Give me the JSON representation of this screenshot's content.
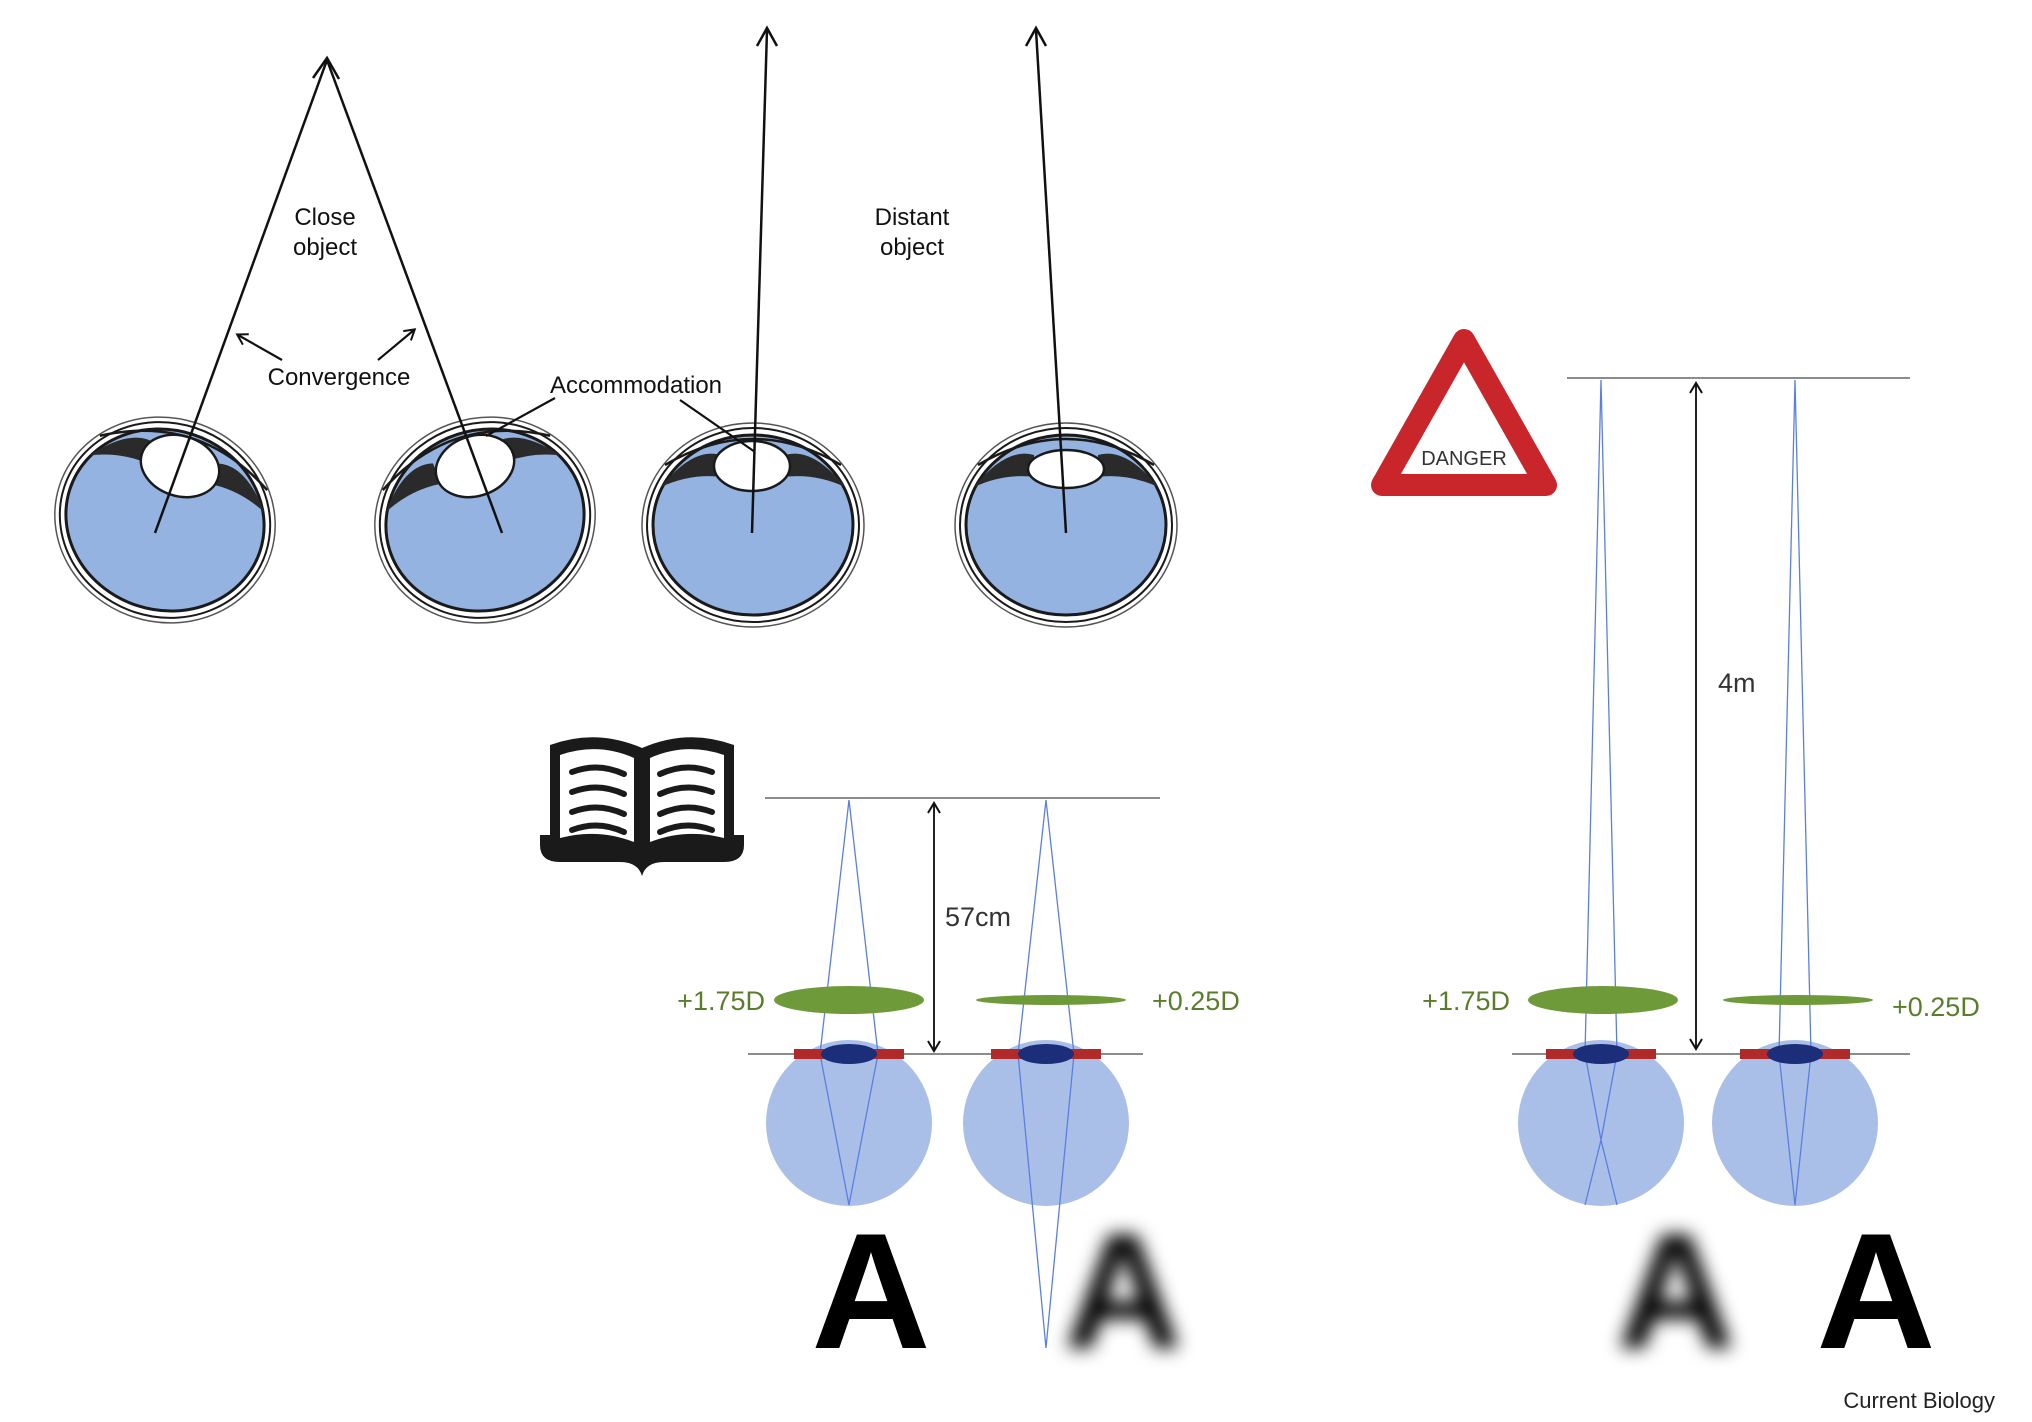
{
  "top_panel": {
    "close_label_line1": "Close",
    "close_label_line2": "object",
    "distant_label_line1": "Distant",
    "distant_label_line2": "object",
    "convergence": "Convergence",
    "accommodation": "Accommodation"
  },
  "reading_panel": {
    "distance": "57cm",
    "left_lens": "+1.75D",
    "right_lens": "+0.25D",
    "letter_sharp": "A",
    "letter_blurred": "A"
  },
  "distance_panel": {
    "sign_text": "DANGER",
    "distance": "4m",
    "left_lens": "+1.75D",
    "right_lens": "+0.25D",
    "letter_blurred": "A",
    "letter_sharp": "A"
  },
  "credit": "Current Biology",
  "colors": {
    "eyeball_fill": "#94b3e0",
    "optics_eye_fill": "#a9bfe8",
    "lens_green": "#6e9a3a",
    "label_green": "#5a7d2c",
    "ray_blue": "#5b7fe0",
    "danger_red": "#c8262b"
  }
}
